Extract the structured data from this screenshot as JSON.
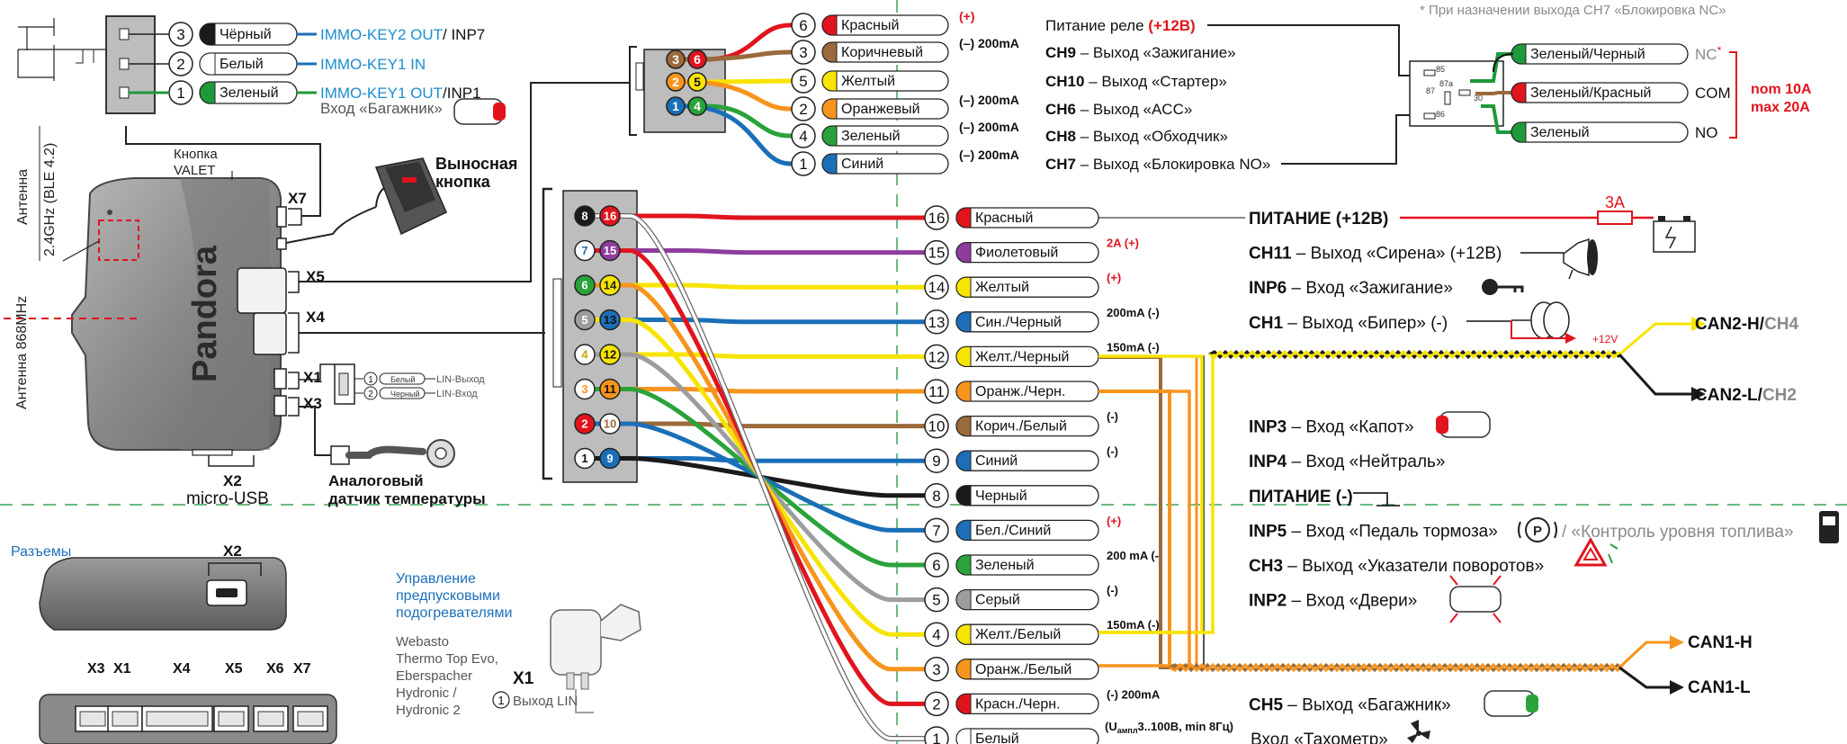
{
  "note": "* При назначении выхода CH7 «Блокировка NC»",
  "device": {
    "brand": "Pandora",
    "valet": [
      "Кнопка",
      "VALET"
    ],
    "antenna_ble": [
      "Антенна",
      "2.4GHz (BLE 4.2)"
    ],
    "antenna_868": "Антенна 868MHz",
    "ports": {
      "x7": "X7",
      "x5": "X5",
      "x4": "X4",
      "x1": "X1",
      "x3": "X3",
      "x2": "X2"
    },
    "micro_usb": "micro-USB"
  },
  "remote_button": [
    "Выносная",
    "кнопка"
  ],
  "temp_sensor": [
    "Аналоговый",
    "датчик температуры"
  ],
  "x1_lin": [
    {
      "num": "1",
      "wire": "Белый",
      "label": "LIN-Выход"
    },
    {
      "num": "2",
      "wire": "Черный",
      "label": "LIN-Вход"
    }
  ],
  "immo": [
    {
      "num": "3",
      "wire": "Чёрный",
      "sig": "IMMO-KEY2 OUT",
      "extra": "/ INP7",
      "color": "#1a1a1a"
    },
    {
      "num": "2",
      "wire": "Белый",
      "sig": "IMMO-KEY1 IN",
      "extra": "",
      "color": "#ffffff"
    },
    {
      "num": "1",
      "wire": "Зеленый",
      "sig": "IMMO-KEY1 OUT",
      "extra": "/INP1",
      "color": "#1e9a3a"
    }
  ],
  "trunk_input": "Вход «Багажник»",
  "x5_wires": [
    {
      "num": "6",
      "wire": "Красный",
      "current": "(+)",
      "desc_b": "Питание реле ",
      "desc_c": "(+12В)",
      "color": "#e1141e",
      "cur_red": true
    },
    {
      "num": "3",
      "wire": "Коричневый",
      "current": "(–) 200mA",
      "desc_b": "CH9",
      "desc_c": " – Выход «Зажигание»",
      "color": "#9b6a3a",
      "cur_red": false
    },
    {
      "num": "5",
      "wire": "Желтый",
      "current": "",
      "desc_b": "CH10",
      "desc_c": " – Выход «Стартер»",
      "color": "#f7e400",
      "cur_red": false
    },
    {
      "num": "2",
      "wire": "Оранжевый",
      "current": "(–) 200mA",
      "desc_b": "CH6",
      "desc_c": " – Выход «ACC»",
      "color": "#f7941d",
      "cur_red": false
    },
    {
      "num": "4",
      "wire": "Зеленый",
      "current": "(–) 200mA",
      "desc_b": "CH8",
      "desc_c": " – Выход «Обходчик»",
      "color": "#2aa33a",
      "cur_red": false
    },
    {
      "num": "1",
      "wire": "Синий",
      "current": "(–) 200mA",
      "desc_b": "CH7",
      "desc_c": " – Выход «Блокировка NO»",
      "color": "#1b6fb8",
      "cur_red": false
    }
  ],
  "relay": {
    "pins": [
      "85",
      "87a",
      "87",
      "30",
      "86"
    ],
    "wires": [
      {
        "wire": "Зеленый/Черный",
        "term": "NC",
        "star": "*"
      },
      {
        "wire": "Зеленый/Красный",
        "term": "COM",
        "star": ""
      },
      {
        "wire": "Зеленый",
        "term": "NO",
        "star": ""
      }
    ],
    "rating": [
      "nom 10A",
      "max 20A"
    ]
  },
  "x4_wires": [
    {
      "num": "16",
      "wire": "Красный",
      "current": "",
      "desc_b": "ПИТАНИЕ (+12В)",
      "desc_c": "",
      "color": "#e1141e",
      "ilabel": "16",
      "fill": "#e1141e",
      "ltext": "#fff",
      "bnum": "8",
      "bfill": "#1a1a1a",
      "btext": "#fff",
      "cur_red": false
    },
    {
      "num": "15",
      "wire": "Фиолетовый",
      "current": "2A (+)",
      "desc_b": "CH11",
      "desc_c": " – Выход «Сирена» (+12В)",
      "color": "#8e3d9e",
      "ilabel": "15",
      "fill": "#8e3d9e",
      "ltext": "#fff",
      "bnum": "7",
      "bfill": "#ffffff",
      "btext": "#1b6fb8",
      "cur_red": true
    },
    {
      "num": "14",
      "wire": "Желтый",
      "current": "(+)",
      "desc_b": "INP6",
      "desc_c": " – Вход «Зажигание»",
      "color": "#f7e400",
      "ilabel": "14",
      "fill": "#f7e400",
      "ltext": "#222",
      "bnum": "6",
      "bfill": "#2aa33a",
      "btext": "#fff",
      "cur_red": true
    },
    {
      "num": "13",
      "wire": "Син./Черный",
      "current": "200mA (-)",
      "desc_b": "CH1",
      "desc_c": " – Выход «Бипер» (-)",
      "color": "#1b6fb8",
      "ilabel": "13",
      "fill": "#1b6fb8",
      "ltext": "#111",
      "bnum": "5",
      "bfill": "#9d9d9d",
      "btext": "#fff",
      "cur_red": false
    },
    {
      "num": "12",
      "wire": "Желт./Черный",
      "current": "150mA (-)",
      "desc_b": "",
      "desc_c": "",
      "color": "#f7e400",
      "ilabel": "12",
      "fill": "#f7e400",
      "ltext": "#111",
      "bnum": "4",
      "bfill": "#ffffff",
      "btext": "#c8a800",
      "cur_red": false
    },
    {
      "num": "11",
      "wire": "Оранж./Черн.",
      "current": "",
      "desc_b": "",
      "desc_c": "",
      "color": "#f7941d",
      "ilabel": "11",
      "fill": "#f7941d",
      "ltext": "#111",
      "bnum": "3",
      "bfill": "#ffffff",
      "btext": "#f7941d",
      "cur_red": false
    },
    {
      "num": "10",
      "wire": "Корич./Белый",
      "current": "(-)",
      "desc_b": "INP3",
      "desc_c": " – Вход «Капот»",
      "color": "#9b6a3a",
      "ilabel": "10",
      "fill": "#ffffff",
      "ltext": "#9b6a3a",
      "bnum": "2",
      "bfill": "#e1141e",
      "btext": "#fff",
      "cur_red": false
    },
    {
      "num": "9",
      "wire": "Синий",
      "current": "(-)",
      "desc_b": "INP4",
      "desc_c": " – Вход «Нейтраль»",
      "color": "#1b6fb8",
      "ilabel": "9",
      "fill": "#1b6fb8",
      "ltext": "#fff",
      "bnum": "1",
      "bfill": "#ffffff",
      "btext": "#111",
      "cur_red": false
    },
    {
      "num": "8",
      "wire": "Черный",
      "current": "",
      "desc_b": "ПИТАНИЕ (-)",
      "desc_c": "",
      "color": "#1a1a1a",
      "ilabel": "",
      "fill": "",
      "ltext": "",
      "bnum": "",
      "bfill": "",
      "btext": "",
      "cur_red": false
    },
    {
      "num": "7",
      "wire": "Бел./Синий",
      "current": "(+)",
      "desc_b": "INP5",
      "desc_c": " – Вход «Педаль тормоза»",
      "color": "#1b6fb8",
      "ilabel": "",
      "fill": "",
      "ltext": "",
      "bnum": "",
      "bfill": "",
      "btext": "",
      "cur_red": true
    },
    {
      "num": "6",
      "wire": "Зеленый",
      "current": "200 mA (-)",
      "desc_b": "CH3",
      "desc_c": " – Выход «Указатели поворотов»",
      "color": "#2aa33a",
      "ilabel": "",
      "fill": "",
      "ltext": "",
      "bnum": "",
      "bfill": "",
      "btext": "",
      "cur_red": false
    },
    {
      "num": "5",
      "wire": "Серый",
      "current": "(-)",
      "desc_b": "INP2",
      "desc_c": " – Вход «Двери»",
      "color": "#9d9d9d",
      "ilabel": "",
      "fill": "",
      "ltext": "",
      "bnum": "",
      "bfill": "",
      "btext": "",
      "cur_red": false
    },
    {
      "num": "4",
      "wire": "Желт./Белый",
      "current": "150mA (-)",
      "desc_b": "",
      "desc_c": "",
      "color": "#f7e400",
      "ilabel": "",
      "fill": "",
      "ltext": "",
      "bnum": "",
      "bfill": "",
      "btext": "",
      "cur_red": false
    },
    {
      "num": "3",
      "wire": "Оранж./Белый",
      "current": "",
      "desc_b": "",
      "desc_c": "",
      "color": "#f7941d",
      "ilabel": "",
      "fill": "",
      "ltext": "",
      "bnum": "",
      "bfill": "",
      "btext": "",
      "cur_red": false
    },
    {
      "num": "2",
      "wire": "Красн./Черн.",
      "current": "(-) 200mA",
      "desc_b": "CH5",
      "desc_c": " – Выход «Багажник»",
      "color": "#e1141e",
      "ilabel": "",
      "fill": "",
      "ltext": "",
      "bnum": "",
      "bfill": "",
      "btext": "",
      "cur_red": false
    },
    {
      "num": "1",
      "wire": "Белый",
      "current": "(U",
      "desc_b": "",
      "desc_c": "Вход «Тахометр»",
      "color": "#ffffff",
      "ilabel": "",
      "fill": "",
      "ltext": "",
      "bnum": "",
      "bfill": "",
      "btext": "",
      "cur_red": false
    }
  ],
  "tacho_cur": [
    "(U",
    "ампл",
    "3..100В, min 8Гц)"
  ],
  "fuel_text": " / «Контроль уровня топлива»",
  "fuse": "3A",
  "plus12": "+12V",
  "can": {
    "h2_a": "CAN2-H/",
    "h2_b": "CH4",
    "l2_a": "CAN2-L/",
    "l2_b": "CH2",
    "h1": "CAN1-H",
    "l1": "CAN1-L"
  },
  "connectors": {
    "title": "Разъемы",
    "x2": "X2",
    "labels": [
      "X3",
      "X1",
      "X4",
      "X5",
      "X6",
      "X7"
    ]
  },
  "heater": {
    "title": [
      "Управление",
      "предпусковыми",
      "подогревателями"
    ],
    "models": [
      "Webasto",
      "Thermo Top Evo,",
      "Eberspacher",
      "Hydronic /",
      "Hydronic 2"
    ],
    "x1": "X1",
    "lin_num": "1",
    "lin_label": "Выход LIN"
  }
}
